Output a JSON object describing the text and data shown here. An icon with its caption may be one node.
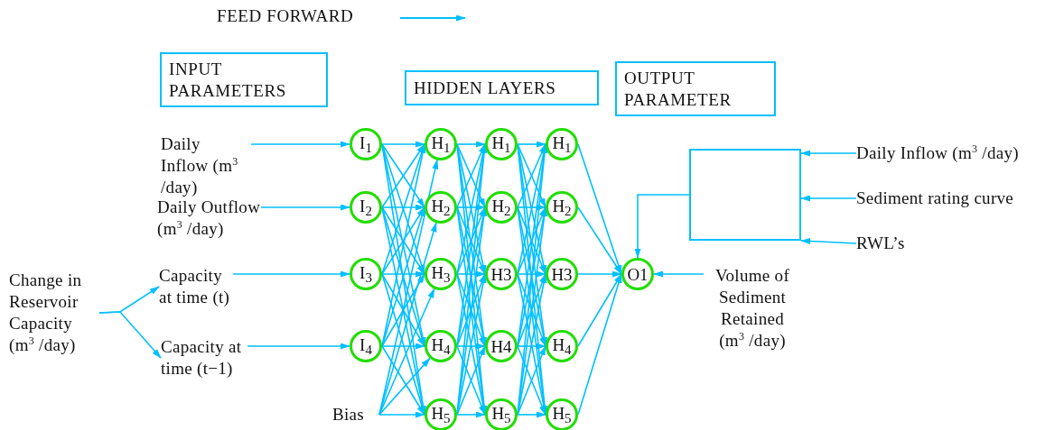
{
  "diagram": {
    "nodes": [
      {
        "text": [
          "INPUT PARAMETERS"
        ]
      },
      {
        "text": [
          "HIDDEN LAYERS"
        ]
      },
      {
        "text": [
          "OUTPUT PARAMETER"
        ]
      },
      {
        "text": [
          "Daily Inflow (m$^{3}$ /day)"
        ]
      },
      {
        "text": [
          "Daily Outflow (m$^{3}$ /day)"
        ]
      },
      {
        "text": [
          "Capacity at time (t)"
        ]
      },
      {
        "text": [
          "Capacity at time (t−1)"
        ]
      },
      {
        "text": [
          "Change in Reservoir Capacity (m$^{3}$ /day)"
        ]
      },
      {
        "text": [
          "Bias"
        ]
      },
      {
        "text": [
          "I$_{1}$"
        ]
      },
      {
        "text": [
          "I$_{2}$"
        ]
      },
      {
        "text": [
          "I$_{3}$"
        ]
      },
      {
        "text": [
          "I$_{4}$"
        ]
      },
      {
        "text": [
          "H$_{1}$"
        ]
      },
      {
        "text": [
          "H$_{2}$"
        ]
      },
      {
        "text": [
          "H$_{3}$"
        ]
      },
      {
        "text": [
          "H$_{4}$"
        ]
      },
      {
        "text": [
          "H$_{5}$"
        ]
      },
      {
        "text": [
          "H$_{1}$"
        ]
      },
      {
        "text": [
          "H$_{2}$"
        ]
      },
      {
        "text": [
          "H3"
        ]
      },
      {
        "text": [
          "H4"
        ]
      },
      {
        "text": [
          "H$_{5}$"
        ]
      },
      {
        "text": [
          "H$_{1}$"
        ]
      },
      {
        "text": [
          "H$_{2}$"
        ]
      },
      {
        "text": [
          "H3"
        ]
      },
      {
        "text": [
          "H$_{4}$"
        ]
      },
      {
        "text": [
          "H$_{5}$"
        ]
      },
      {
        "text": [
          "O1"
        ]
      },
      {
        "text": [],
        "shape": "box"
      },
      {
        "text": [
          "Daily Inflow (m$^{3}$ /day)"
        ]
      },
      {
        "text": [
          "Sediment rating curve"
        ]
      },
      {
        "text": [
          "RWL’s"
        ]
      },
      {
        "text": [
          "Volume of Sediment Retained (m$^{3}$ /day)"
        ]
      }
    ],
    "edges": [
      {
        "from": 7,
        "to": 5,
        "arrow": "to"
      },
      {
        "from": 7,
        "to": 6,
        "arrow": "to"
      },
      {
        "from": 3,
        "to": 9,
        "arrow": "to"
      },
      {
        "from": 4,
        "to": 10,
        "arrow": "to"
      },
      {
        "from": 5,
        "to": 11,
        "arrow": "to"
      },
      {
        "from": 6,
        "to": 12,
        "arrow": "to"
      },
      {
        "from": 9,
        "to": 13,
        "arrow": "to"
      },
      {
        "from": 9,
        "to": 14,
        "arrow": "to"
      },
      {
        "from": 9,
        "to": 15,
        "arrow": "to"
      },
      {
        "from": 9,
        "to": 16,
        "arrow": "to"
      },
      {
        "from": 9,
        "to": 17,
        "arrow": "to"
      },
      {
        "from": 10,
        "to": 13,
        "arrow": "to"
      },
      {
        "from": 10,
        "to": 14,
        "arrow": "to"
      },
      {
        "from": 10,
        "to": 15,
        "arrow": "to"
      },
      {
        "from": 10,
        "to": 16,
        "arrow": "to"
      },
      {
        "from": 10,
        "to": 17,
        "arrow": "to"
      },
      {
        "from": 11,
        "to": 13,
        "arrow": "to"
      },
      {
        "from": 11,
        "to": 14,
        "arrow": "to"
      },
      {
        "from": 11,
        "to": 15,
        "arrow": "to"
      },
      {
        "from": 11,
        "to": 16,
        "arrow": "to"
      },
      {
        "from": 11,
        "to": 17,
        "arrow": "to"
      },
      {
        "from": 12,
        "to": 13,
        "arrow": "to"
      },
      {
        "from": 12,
        "to": 14,
        "arrow": "to"
      },
      {
        "from": 12,
        "to": 15,
        "arrow": "to"
      },
      {
        "from": 12,
        "to": 16,
        "arrow": "to"
      },
      {
        "from": 12,
        "to": 17,
        "arrow": "to"
      },
      {
        "from": 8,
        "to": 13,
        "arrow": "to"
      },
      {
        "from": 8,
        "to": 14,
        "arrow": "to"
      },
      {
        "from": 8,
        "to": 15,
        "arrow": "to"
      },
      {
        "from": 8,
        "to": 16,
        "arrow": "to"
      },
      {
        "from": 8,
        "to": 17,
        "arrow": "to"
      },
      {
        "from": 13,
        "to": 18,
        "arrow": "to"
      },
      {
        "from": 13,
        "to": 19,
        "arrow": "to"
      },
      {
        "from": 13,
        "to": 20,
        "arrow": "to"
      },
      {
        "from": 13,
        "to": 21,
        "arrow": "to"
      },
      {
        "from": 13,
        "to": 22,
        "arrow": "to"
      },
      {
        "from": 14,
        "to": 18,
        "arrow": "to"
      },
      {
        "from": 14,
        "to": 19,
        "arrow": "to"
      },
      {
        "from": 14,
        "to": 20,
        "arrow": "to"
      },
      {
        "from": 14,
        "to": 21,
        "arrow": "to"
      },
      {
        "from": 14,
        "to": 22,
        "arrow": "to"
      },
      {
        "from": 15,
        "to": 18,
        "arrow": "to"
      },
      {
        "from": 15,
        "to": 19,
        "arrow": "to"
      },
      {
        "from": 15,
        "to": 20,
        "arrow": "to"
      },
      {
        "from": 15,
        "to": 21,
        "arrow": "to"
      },
      {
        "from": 15,
        "to": 22,
        "arrow": "to"
      },
      {
        "from": 16,
        "to": 18,
        "arrow": "to"
      },
      {
        "from": 16,
        "to": 19,
        "arrow": "to"
      },
      {
        "from": 16,
        "to": 20,
        "arrow": "to"
      },
      {
        "from": 16,
        "to": 21,
        "arrow": "to"
      },
      {
        "from": 16,
        "to": 22,
        "arrow": "to"
      },
      {
        "from": 17,
        "to": 18,
        "arrow": "to"
      },
      {
        "from": 17,
        "to": 19,
        "arrow": "to"
      },
      {
        "from": 17,
        "to": 20,
        "arrow": "to"
      },
      {
        "from": 17,
        "to": 21,
        "arrow": "to"
      },
      {
        "from": 17,
        "to": 22,
        "arrow": "to"
      },
      {
        "from": 18,
        "to": 23,
        "arrow": "to"
      },
      {
        "from": 18,
        "to": 24,
        "arrow": "to"
      },
      {
        "from": 18,
        "to": 25,
        "arrow": "to"
      },
      {
        "from": 18,
        "to": 26,
        "arrow": "to"
      },
      {
        "from": 18,
        "to": 27,
        "arrow": "to"
      },
      {
        "from": 19,
        "to": 23,
        "arrow": "to"
      },
      {
        "from": 19,
        "to": 24,
        "arrow": "to"
      },
      {
        "from": 19,
        "to": 25,
        "arrow": "to"
      },
      {
        "from": 19,
        "to": 26,
        "arrow": "to"
      },
      {
        "from": 19,
        "to": 27,
        "arrow": "to"
      },
      {
        "from": 20,
        "to": 23,
        "arrow": "to"
      },
      {
        "from": 20,
        "to": 24,
        "arrow": "to"
      },
      {
        "from": 20,
        "to": 25,
        "arrow": "to"
      },
      {
        "from": 20,
        "to": 26,
        "arrow": "to"
      },
      {
        "from": 20,
        "to": 27,
        "arrow": "to"
      },
      {
        "from": 21,
        "to": 23,
        "arrow": "to"
      },
      {
        "from": 21,
        "to": 24,
        "arrow": "to"
      },
      {
        "from": 21,
        "to": 25,
        "arrow": "to"
      },
      {
        "from": 21,
        "to": 26,
        "arrow": "to"
      },
      {
        "from": 21,
        "to": 27,
        "arrow": "to"
      },
      {
        "from": 22,
        "to": 23,
        "arrow": "to"
      },
      {
        "from": 22,
        "to": 24,
        "arrow": "to"
      },
      {
        "from": 22,
        "to": 25,
        "arrow": "to"
      },
      {
        "from": 22,
        "to": 26,
        "arrow": "to"
      },
      {
        "from": 22,
        "to": 27,
        "arrow": "to"
      },
      {
        "from": 23,
        "to": 28,
        "arrow": "to"
      },
      {
        "from": 24,
        "to": 28,
        "arrow": "to"
      },
      {
        "from": 25,
        "to": 28,
        "arrow": "to"
      },
      {
        "from": 26,
        "to": 28,
        "arrow": "to"
      },
      {
        "from": 27,
        "to": 28,
        "arrow": "to"
      },
      {
        "from": 30,
        "to": 29,
        "arrow": "to"
      },
      {
        "from": 31,
        "to": 29,
        "arrow": "to"
      },
      {
        "from": 32,
        "to": 29,
        "arrow": "to"
      },
      {
        "from": 29,
        "to": 28,
        "arrow": "to"
      },
      {
        "from": 33,
        "to": 28,
        "arrow": "to"
      }
    ],
    "labels": [
      "FEED FORWARD"
    ]
  }
}
